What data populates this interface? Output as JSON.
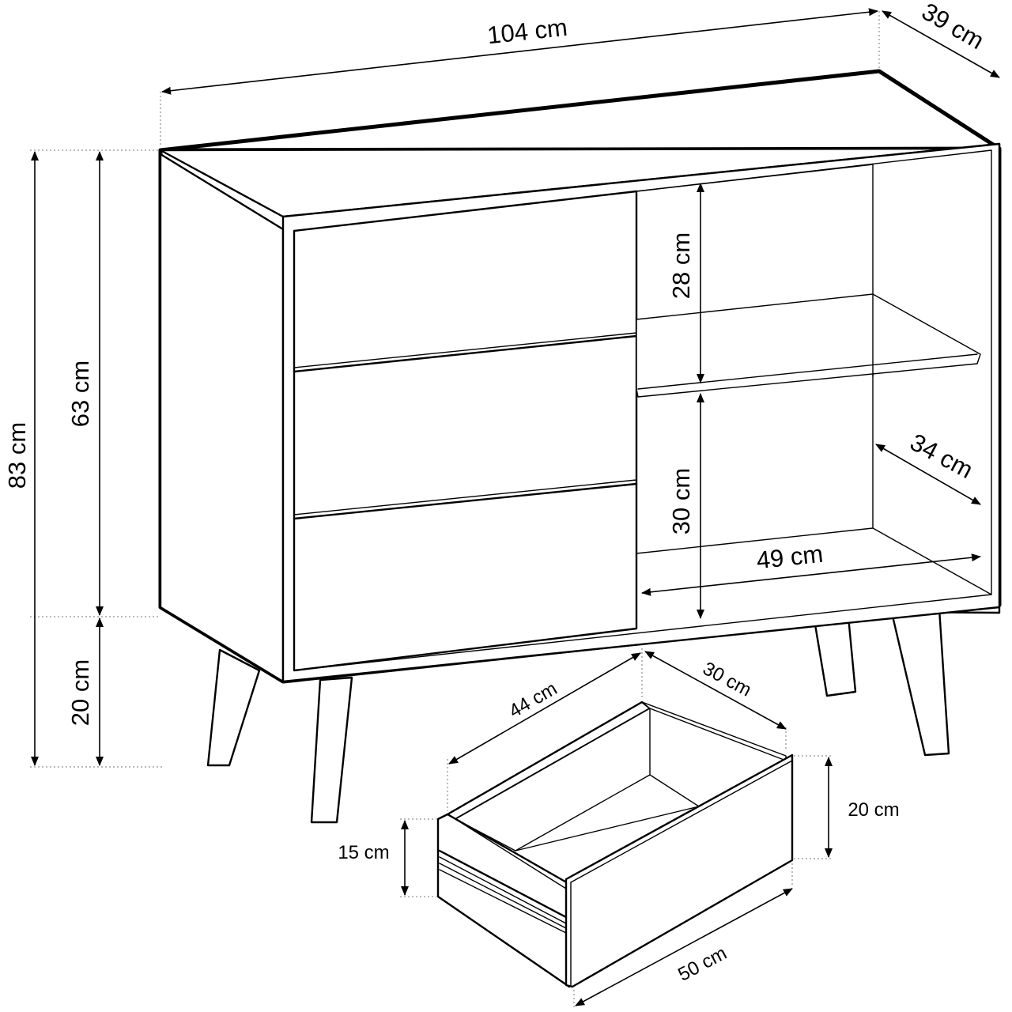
{
  "diagram": {
    "dimensions": {
      "width": "104 cm",
      "depth": "39 cm",
      "total_height": "83 cm",
      "body_height": "63 cm",
      "leg_height": "20 cm",
      "upper_shelf_height": "28 cm",
      "lower_shelf_height": "30 cm",
      "shelf_depth": "34 cm",
      "shelf_width": "49 cm"
    },
    "drawer_dimensions": {
      "inner_width": "44 cm",
      "inner_depth": "30 cm",
      "front_height": "20 cm",
      "side_height": "15 cm",
      "outer_width": "50 cm"
    }
  }
}
